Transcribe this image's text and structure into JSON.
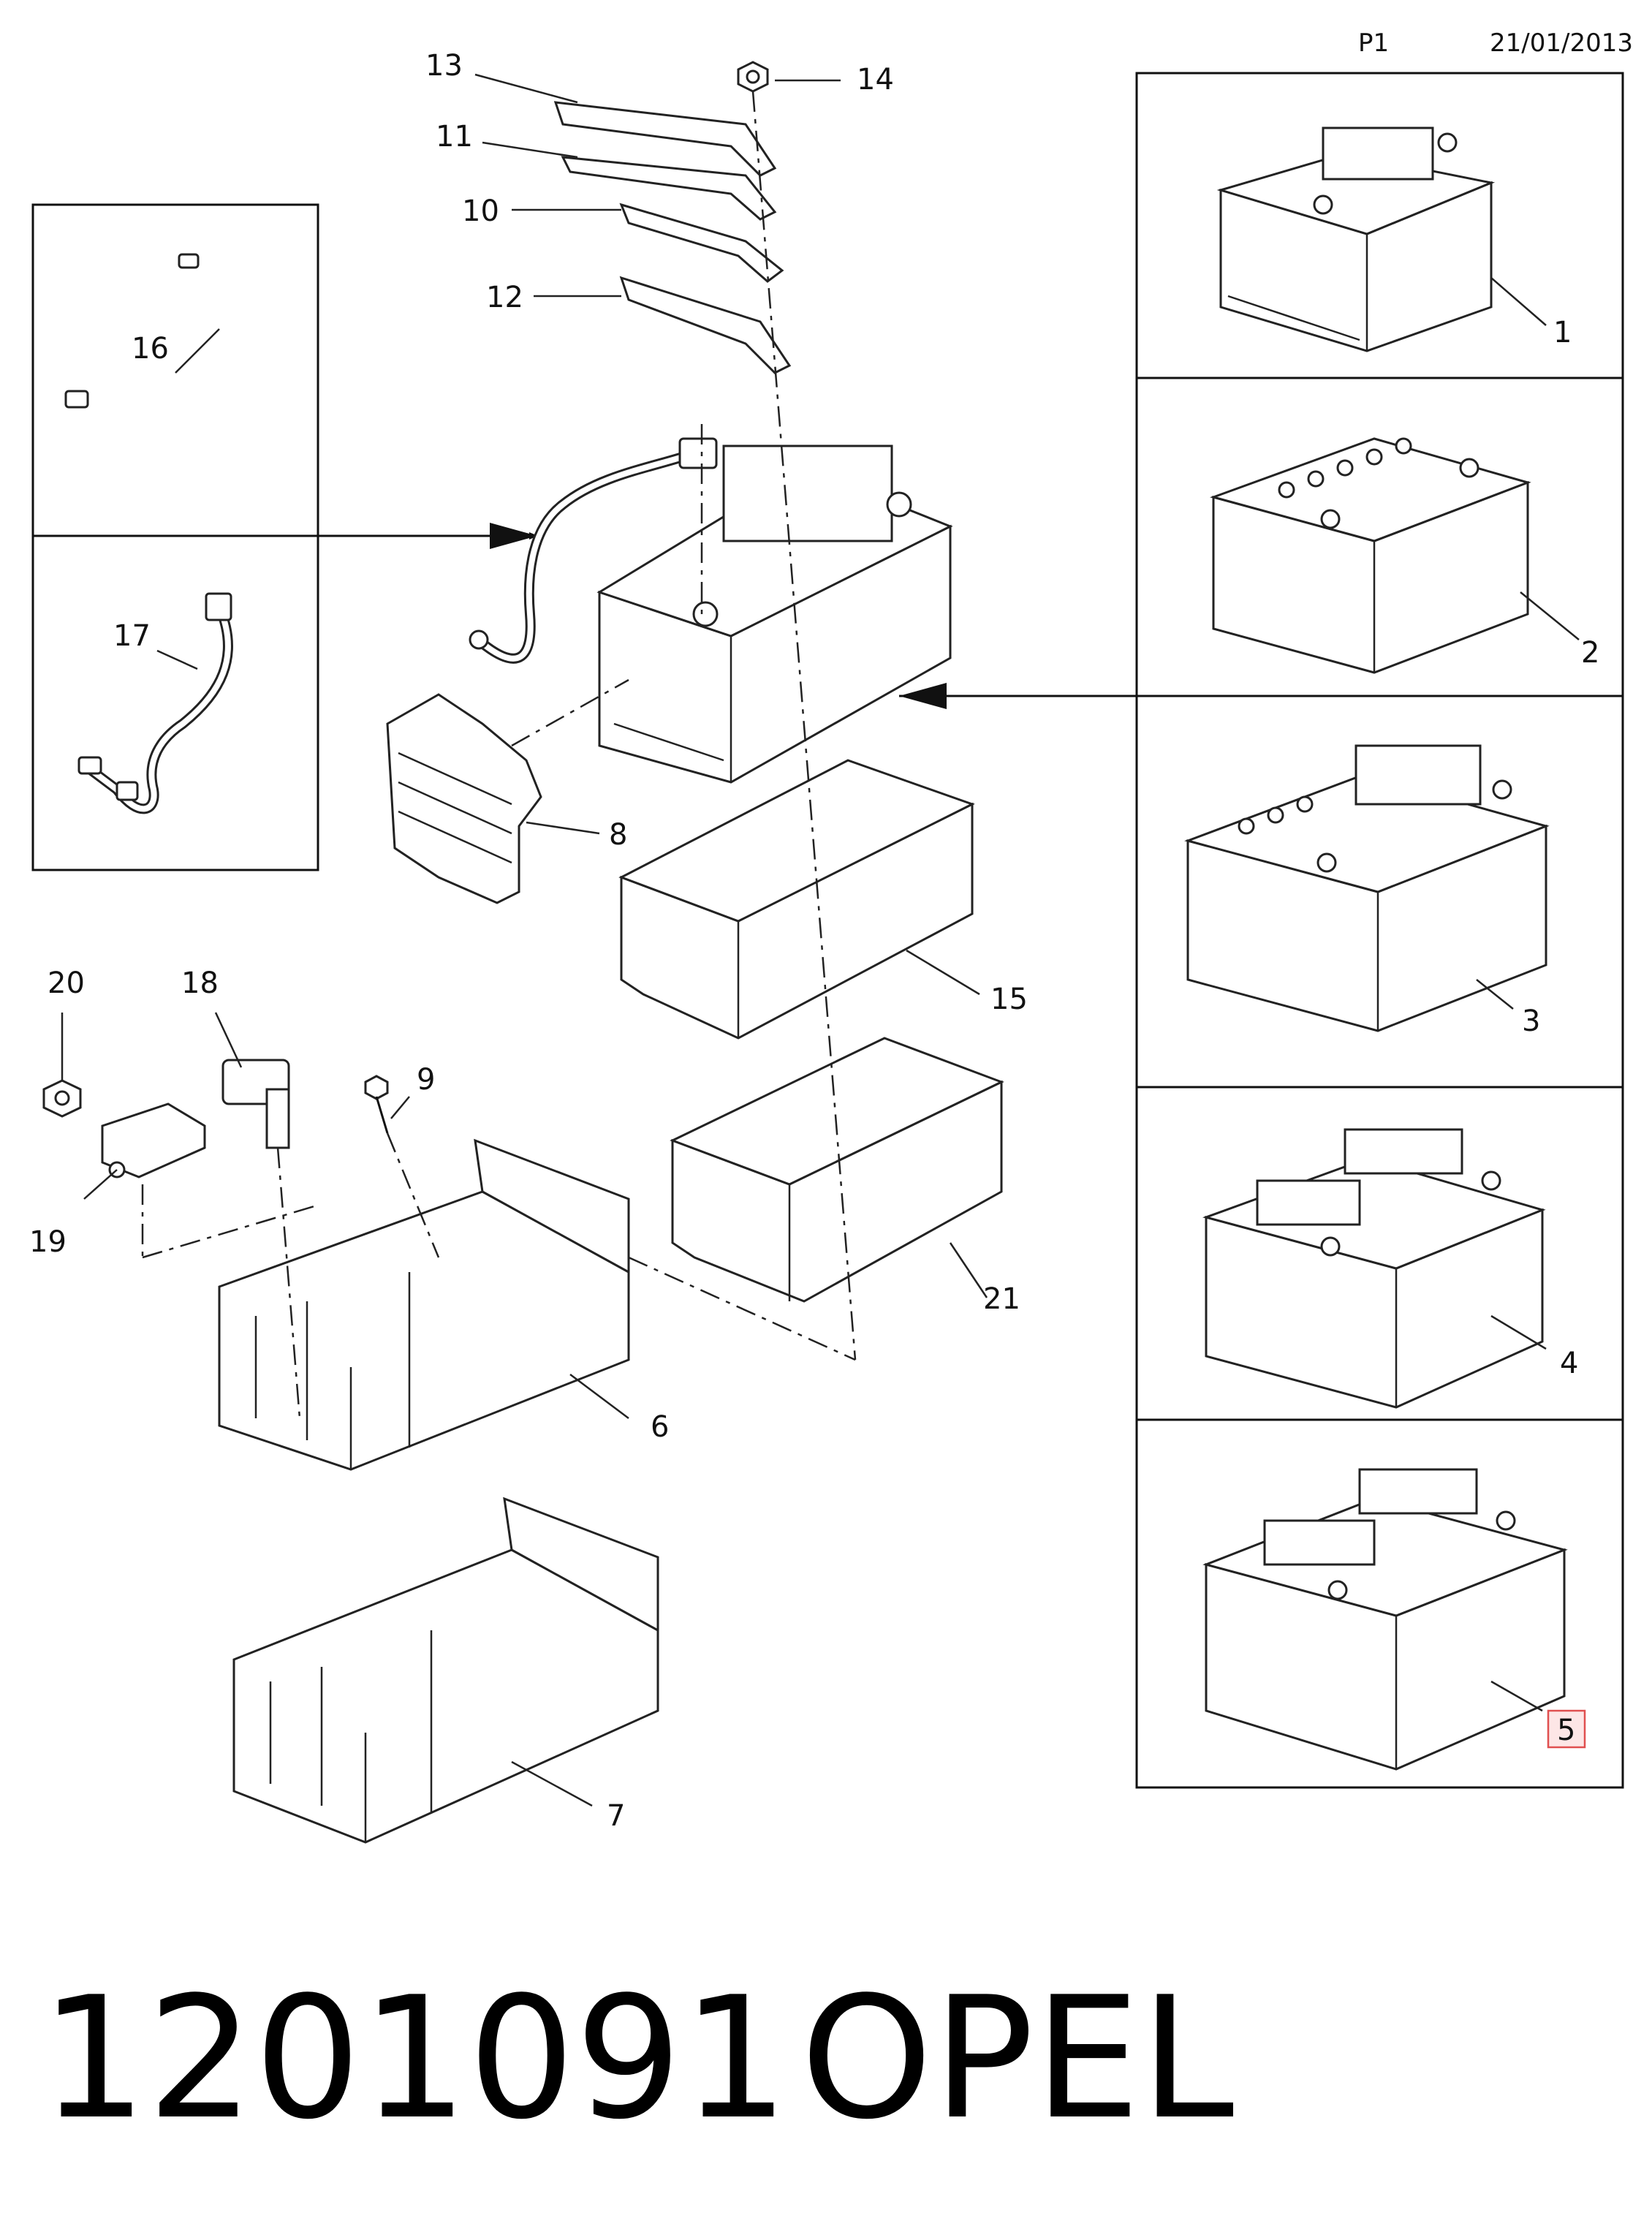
{
  "header": {
    "page": "P1",
    "date": "21/01/2013"
  },
  "footer": {
    "part_number": "1201091",
    "brand": "OPEL"
  },
  "callouts": [
    {
      "id": "1",
      "label": "1"
    },
    {
      "id": "2",
      "label": "2"
    },
    {
      "id": "3",
      "label": "3"
    },
    {
      "id": "4",
      "label": "4"
    },
    {
      "id": "5",
      "label": "5",
      "highlighted": true
    },
    {
      "id": "6",
      "label": "6"
    },
    {
      "id": "7",
      "label": "7"
    },
    {
      "id": "8",
      "label": "8"
    },
    {
      "id": "9",
      "label": "9"
    },
    {
      "id": "10",
      "label": "10"
    },
    {
      "id": "11",
      "label": "11"
    },
    {
      "id": "12",
      "label": "12"
    },
    {
      "id": "13",
      "label": "13"
    },
    {
      "id": "14",
      "label": "14"
    },
    {
      "id": "15",
      "label": "15"
    },
    {
      "id": "16",
      "label": "16"
    },
    {
      "id": "17",
      "label": "17"
    },
    {
      "id": "18",
      "label": "18"
    },
    {
      "id": "19",
      "label": "19"
    },
    {
      "id": "20",
      "label": "20"
    },
    {
      "id": "21",
      "label": "21"
    }
  ],
  "colors": {
    "line": "#111111",
    "highlight_border": "#e05050",
    "highlight_fill": "#fde6e6"
  }
}
